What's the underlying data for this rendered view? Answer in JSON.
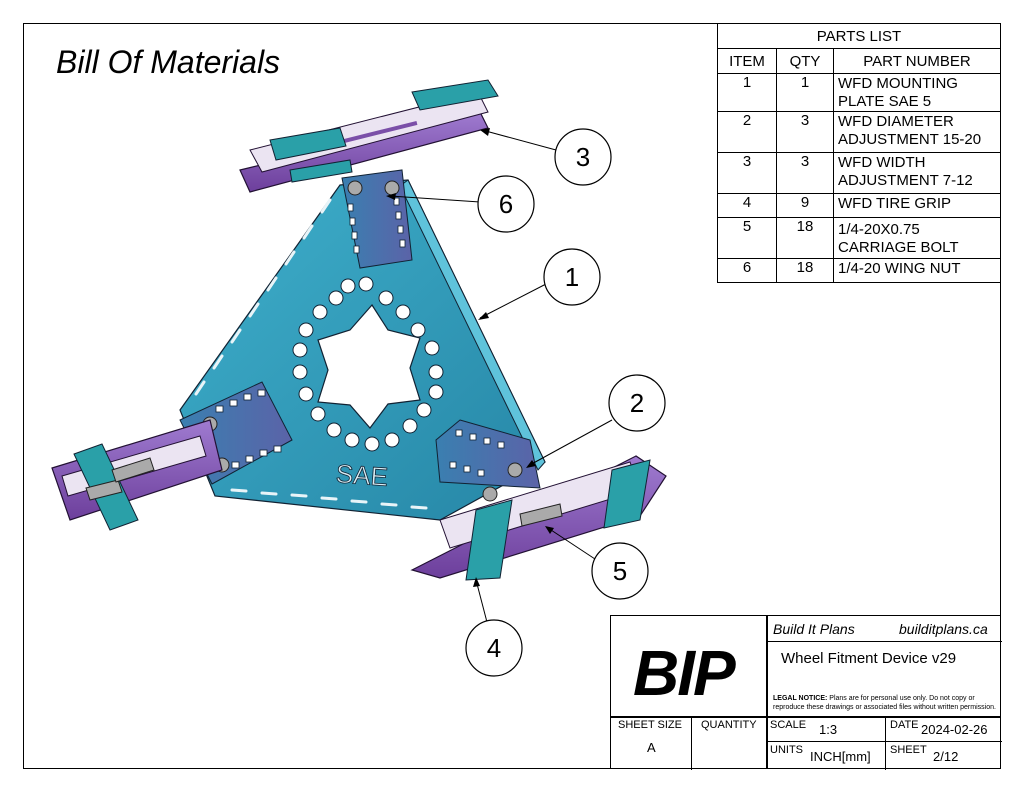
{
  "title": "Bill Of Materials",
  "parts_list": {
    "caption": "PARTS LIST",
    "headers": [
      "ITEM",
      "QTY",
      "PART NUMBER"
    ],
    "rows": [
      {
        "item": "1",
        "qty": "1",
        "part_line1": "WFD MOUNTING",
        "part_line2": "PLATE SAE 5"
      },
      {
        "item": "2",
        "qty": "3",
        "part_line1": "WFD DIAMETER",
        "part_line2": "ADJUSTMENT 15-20"
      },
      {
        "item": "3",
        "qty": "3",
        "part_line1": "WFD WIDTH",
        "part_line2": "ADJUSTMENT 7-12"
      },
      {
        "item": "4",
        "qty": "9",
        "part_line1": "WFD TIRE GRIP",
        "part_line2": ""
      },
      {
        "item": "5",
        "qty": "18",
        "part_line1": "1/4-20X0.75",
        "part_line2": "CARRIAGE BOLT"
      },
      {
        "item": "6",
        "qty": "18",
        "part_line1": "1/4-20 WING NUT",
        "part_line2": ""
      }
    ]
  },
  "callouts": [
    "3",
    "6",
    "1",
    "2",
    "5",
    "4"
  ],
  "plate_label": "SAE",
  "title_block": {
    "logo": "BIP",
    "company": "Build It Plans",
    "website": "builditplans.ca",
    "drawing_title": "Wheel Fitment Device v29",
    "legal_label": "LEGAL NOTICE:",
    "legal_text": "Plans are for personal use only. Do not copy or reproduce these drawings or associated files without written permission.",
    "sheet_size_label": "SHEET SIZE",
    "sheet_size": "A",
    "quantity_label": "QUANTITY",
    "quantity": "",
    "scale_label": "SCALE",
    "scale": "1:3",
    "date_label": "DATE",
    "date": "2024-02-26",
    "units_label": "UNITS",
    "units": "INCH[mm]",
    "sheet_label": "SHEET",
    "sheet": "2/12"
  },
  "colors": {
    "plate": "#2f9bb8",
    "plate_dark": "#1f6f86",
    "bracket": "#7b4fa8",
    "bracket_light": "#9d78c6",
    "grip": "#2aa0a8",
    "slot": "#e8e4ee"
  }
}
